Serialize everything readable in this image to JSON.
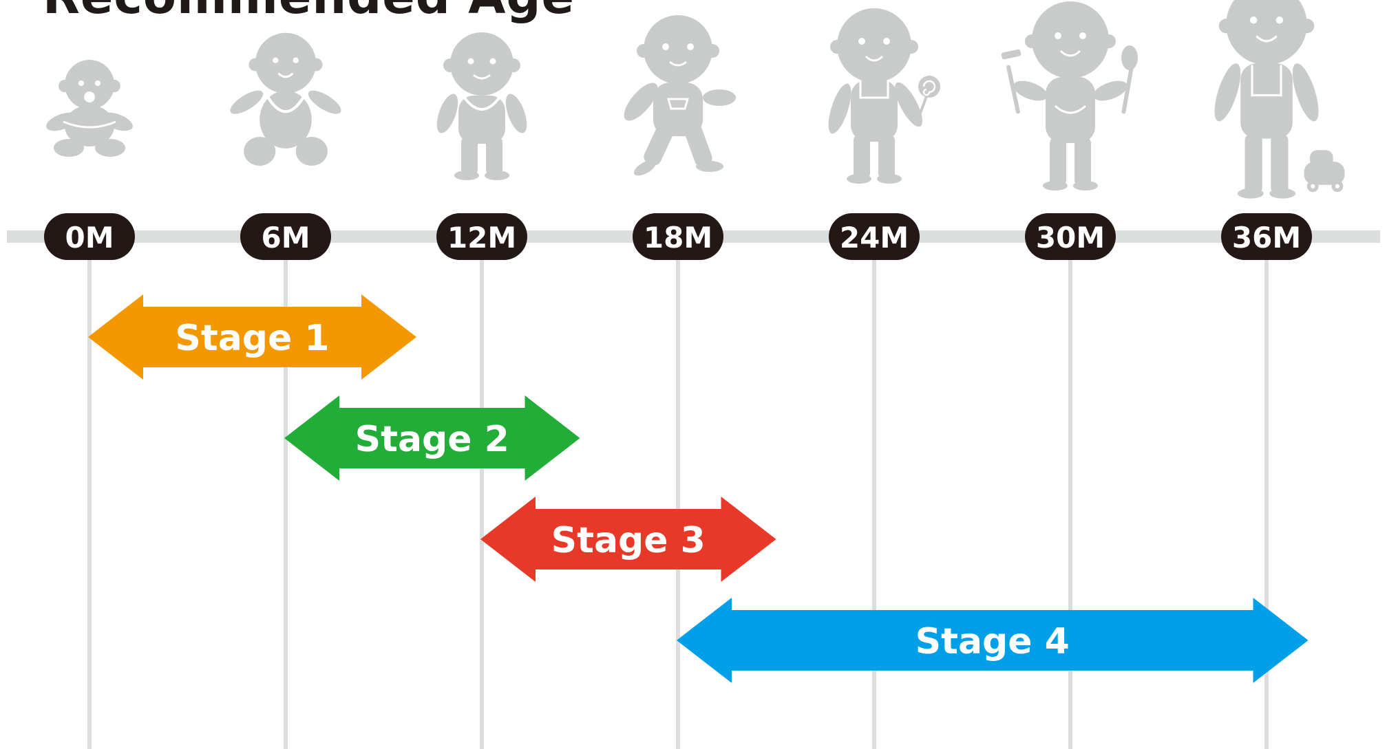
{
  "title": "Recommended Age",
  "age_markers": [
    "0M",
    "6M",
    "12M",
    "18M",
    "24M",
    "30M",
    "36M"
  ],
  "illustrations": [
    "newborn-baby-icon",
    "sitting-baby-icon",
    "standing-baby-with-bib-icon",
    "walking-toddler-icon",
    "toddler-with-lollipop-icon",
    "toddler-with-fork-and-spoon-icon",
    "child-with-toy-car-icon"
  ],
  "stages": [
    {
      "label": "Stage 1",
      "from_months": 0,
      "to_months": 10,
      "color": "#f39800"
    },
    {
      "label": "Stage 2",
      "from_months": 6,
      "to_months": 15,
      "color": "#22ac38"
    },
    {
      "label": "Stage 3",
      "from_months": 12,
      "to_months": 21,
      "color": "#e83828"
    },
    {
      "label": "Stage 4",
      "from_months": 18,
      "to_months": 39,
      "color": "#00a0e9"
    }
  ],
  "colors": {
    "figure": "#c9caca",
    "axis": "#dcdddd",
    "marker_background": "#231815",
    "marker_text": "#ffffff",
    "stage_text": "#ffffff"
  }
}
